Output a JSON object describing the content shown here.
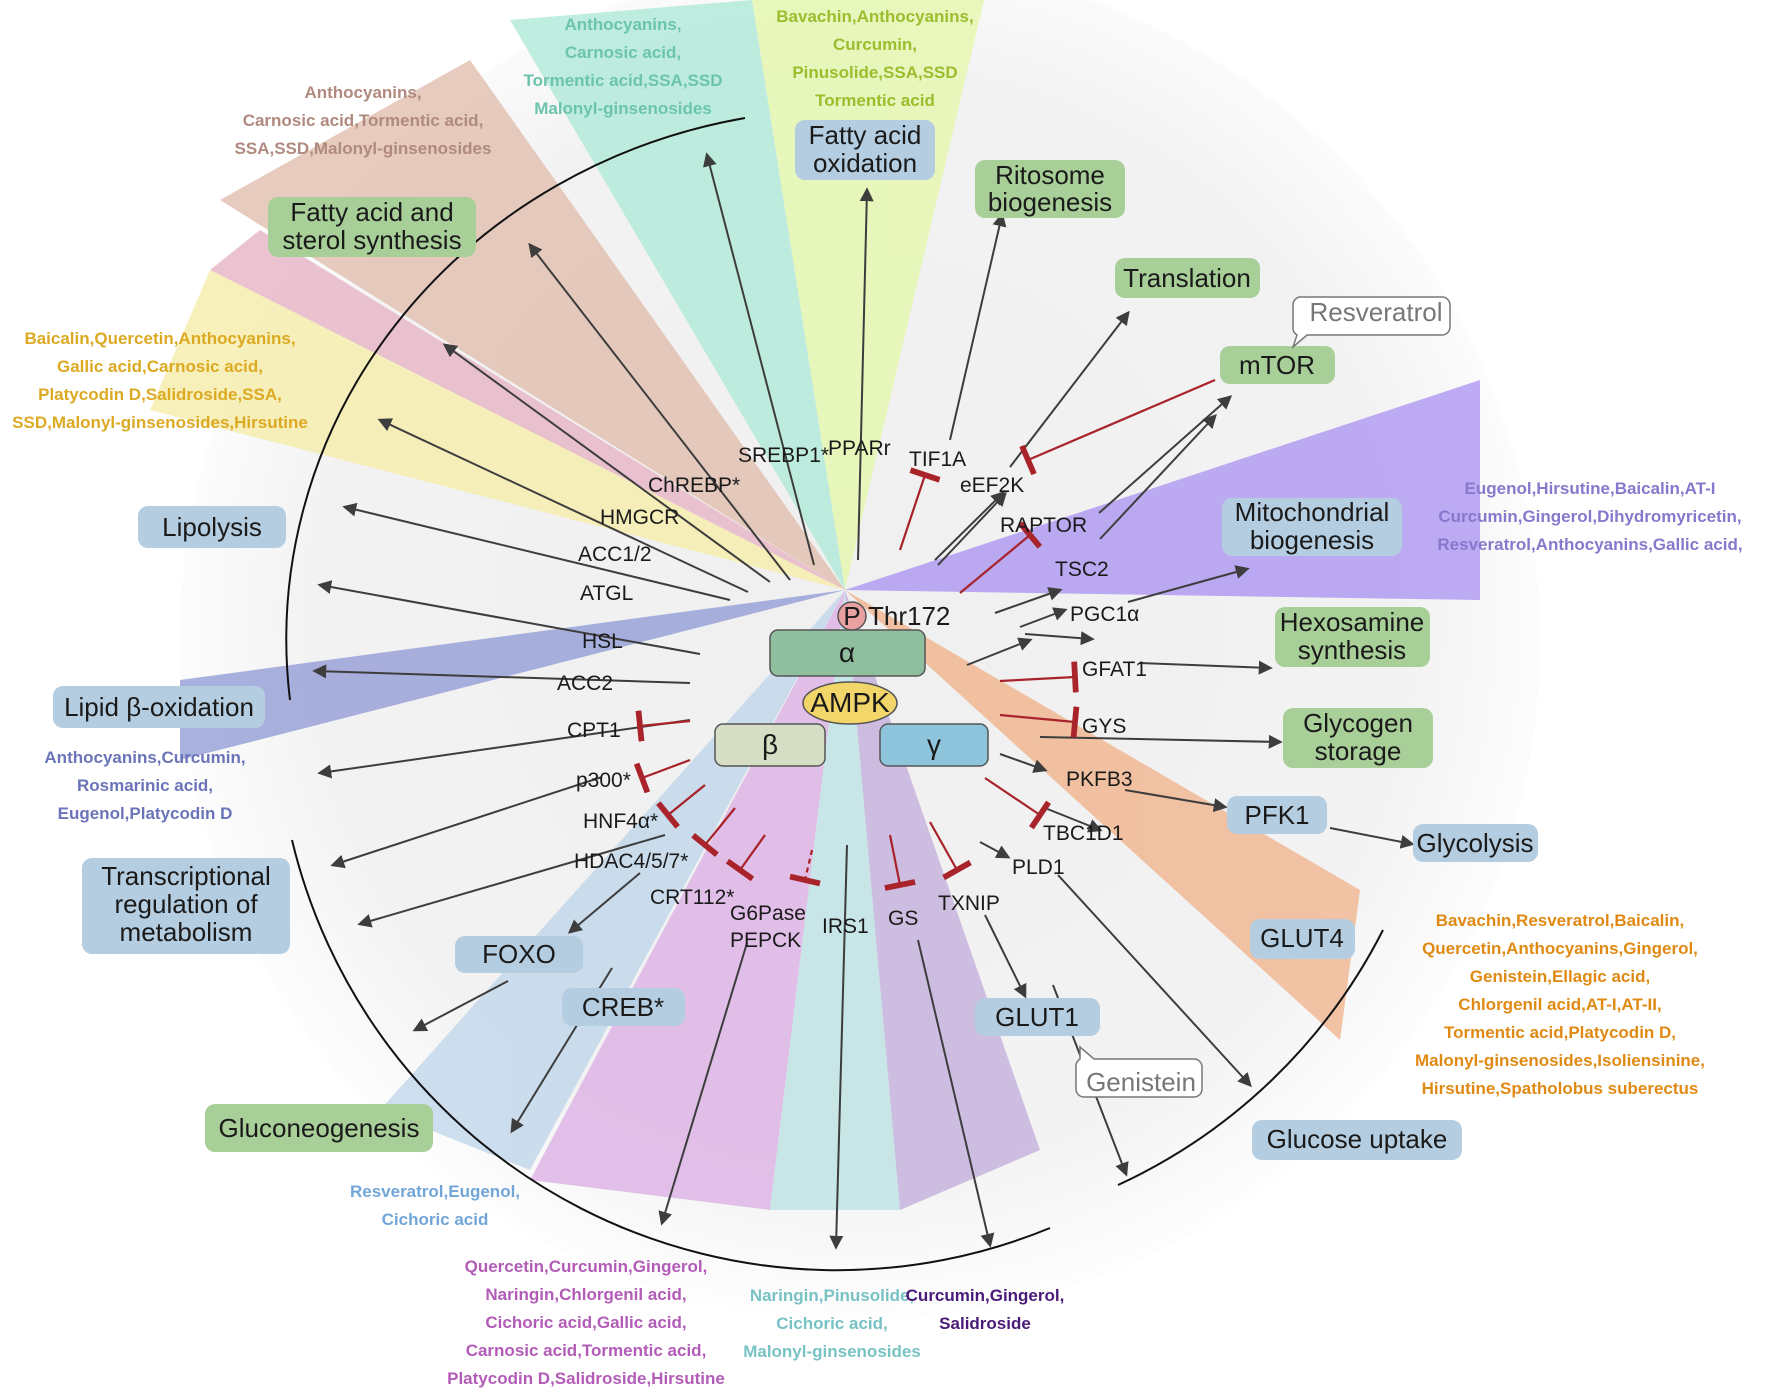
{
  "colors": {
    "green_box": "#a8cf98",
    "blue_box": "#b5cde0",
    "arrow": "#3d3d3d",
    "inhibit": "#a8232a",
    "alpha": "#8fbf9e",
    "beta": "#d6dfc6",
    "gamma": "#8ec4dc",
    "ampk": "#f2d66a",
    "phospho": "#e8a0a0"
  },
  "center": {
    "alpha": "α",
    "beta": "β",
    "gamma": "γ",
    "ampk": "AMPK",
    "p": "P",
    "thr": "Thr172"
  },
  "boxes": {
    "fatty_acid_oxidation": "Fatty acid oxidation",
    "ribosome_biogenesis": "Ritosome biogenesis",
    "translation": "Translation",
    "mtor": "mTOR",
    "mitochondrial_biogenesis": "Mitochondrial biogenesis",
    "hexosamine_synthesis": "Hexosamine synthesis",
    "glycogen_storage": "Glycogen storage",
    "pfk1": "PFK1",
    "glycolysis": "Glycolysis",
    "glut4": "GLUT4",
    "glucose_uptake": "Glucose uptake",
    "glut1": "GLUT1",
    "creb": "CREB*",
    "foxo": "FOXO",
    "gluconeogenesis": "Gluconeogenesis",
    "transcriptional": "Transcriptional regulation of metabolism",
    "lipid_beta_oxidation": "Lipid β-oxidation",
    "lipolysis": "Lipolysis",
    "fatty_acid_sterol": "Fatty acid and sterol synthesis"
  },
  "callouts": {
    "resveratrol": "Resveratrol",
    "genistein": "Genistein"
  },
  "nodes": {
    "srebp1": "SREBP1*",
    "pparr": "PPARr",
    "tif1a": "TIF1A",
    "eef2k": "eEF2K",
    "raptor": "RAPTOR",
    "tsc2": "TSC2",
    "pgc1a": "PGC1α",
    "gfat1": "GFAT1",
    "gys": "GYS",
    "pkfb3": "PKFB3",
    "tbc1d1": "TBC1D1",
    "pld1": "PLD1",
    "txnip": "TXNIP",
    "gs": "GS",
    "irs1": "IRS1",
    "g6pase": "G6Pase",
    "pepck": "PEPCK",
    "crt112": "CRT112*",
    "hdac": "HDAC4/5/7*",
    "hnf4a": "HNF4α*",
    "p300": "p300*",
    "cpt1": "CPT1",
    "acc2": "ACC2",
    "hsl": "HSL",
    "atgl": "ATGL",
    "acc12": "ACC1/2",
    "hmgcr": "HMGCR",
    "chrebp": "ChREBP*"
  },
  "compounds": {
    "fatty_acid_oxidation": [
      "Bavachin,Anthocyanins,",
      "Curcumin,",
      "Pinusolide,SSA,SSD",
      "Tormentic acid"
    ],
    "srebp": [
      "Anthocyanins,",
      "Carnosic acid,",
      "Tormentic acid,SSA,SSD",
      "Malonyl-ginsenosides"
    ],
    "chrebp": [
      "Anthocyanins,",
      "Carnosic acid,Tormentic acid,",
      "SSA,SSD,Malonyl-ginsenosides"
    ],
    "acc": [
      "Baicalin,Quercetin,Anthocyanins,",
      "Gallic acid,Carnosic acid,",
      "Platycodin D,Salidroside,SSA,",
      "SSD,Malonyl-ginsenosides,Hirsutine"
    ],
    "pgc1a": [
      "Eugenol,Hirsutine,Baicalin,AT-I",
      "Curcumin,Gingerol,Dihydromyricetin,",
      "Resveratrol,Anthocyanins,Gallic acid,"
    ],
    "cpt1": [
      "Anthocyanins,Curcumin,",
      "Rosmarinic acid,",
      "Eugenol,Platycodin D"
    ],
    "tbc1d1": [
      "Bavachin,Resveratrol,Baicalin,",
      "Quercetin,Anthocyanins,Gingerol,",
      "Genistein,Ellagic acid,",
      "Chlorgenil acid,AT-I,AT-II,",
      "Tormentic acid,Platycodin D,",
      "Malonyl-ginsenosides,Isoliensinine,",
      "Hirsutine,Spatholobus suberectus"
    ],
    "crtc": [
      "Resveratrol,Eugenol,",
      "Cichoric acid"
    ],
    "g6pase": [
      "Quercetin,Curcumin,Gingerol,",
      "Naringin,Chlorgenil acid,",
      "Cichoric acid,Gallic acid,",
      "Carnosic acid,Tormentic acid,",
      "Platycodin D,Salidroside,Hirsutine"
    ],
    "irs1": [
      "Naringin,Pinusolide,",
      "Cichoric acid,",
      "Malonyl-ginsenosides"
    ],
    "gs": [
      "Curcumin,Gingerol,",
      "Salidroside"
    ]
  },
  "compound_colors": {
    "fatty_acid_oxidation": "#9cbd2e",
    "srebp": "#6cc4ad",
    "chrebp": "#b08a7e",
    "acc": "#dcaa22",
    "pgc1a": "#8878cc",
    "cpt1": "#6b74b8",
    "tbc1d1": "#e08a14",
    "crtc": "#72a6d8",
    "g6pase": "#b25cb8",
    "irs1": "#78c2c4",
    "gs": "#4a1a78"
  }
}
